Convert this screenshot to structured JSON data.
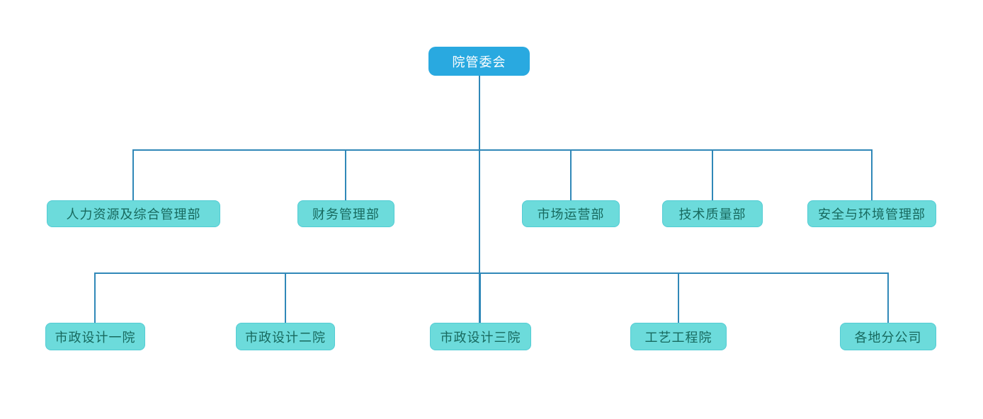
{
  "colors": {
    "background": "#ffffff",
    "root_fill": "#29a9e0",
    "root_text": "#ffffff",
    "dept_fill": "#6cdbdb",
    "dept_border": "#53ccd4",
    "dept_text": "#17695e",
    "connector": "#3088b8"
  },
  "org_chart": {
    "root": {
      "label": "院管委会"
    },
    "departments": [
      {
        "label": "人力资源及综合管理部"
      },
      {
        "label": "财务管理部"
      },
      {
        "label": "市场运营部"
      },
      {
        "label": "技术质量部"
      },
      {
        "label": "安全与环境管理部"
      }
    ],
    "divisions": [
      {
        "label": "市政设计一院"
      },
      {
        "label": "市政设计二院"
      },
      {
        "label": "市政设计三院"
      },
      {
        "label": "工艺工程院"
      },
      {
        "label": "各地分公司"
      }
    ]
  }
}
